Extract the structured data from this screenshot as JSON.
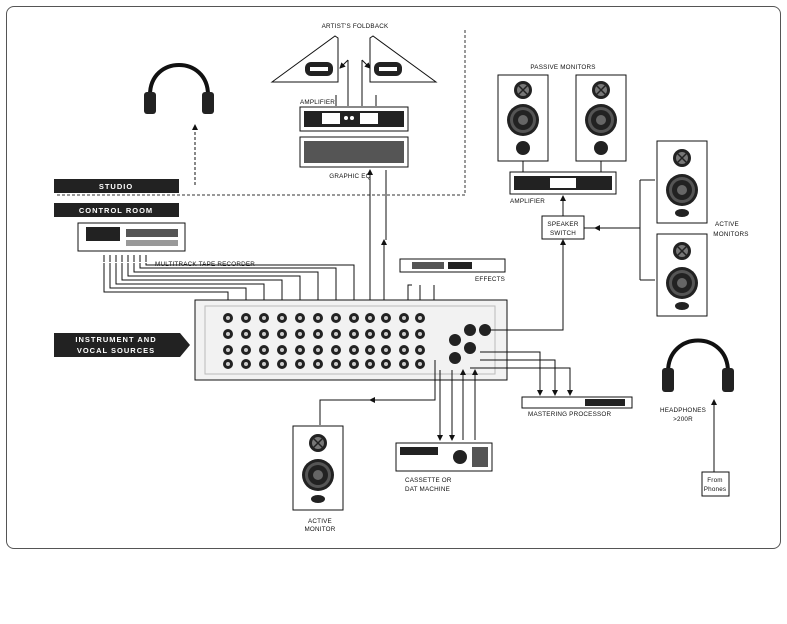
{
  "labels": {
    "artists_foldback": "ARTIST'S FOLDBACK",
    "amplifier_top": "AMPLIFIER",
    "graphic_eq": "GRAPHIC EQ",
    "passive_monitors": "PASSIVE MONITORS",
    "amplifier_right": "AMPLIFIER",
    "active_monitors_1": "ACTIVE",
    "active_monitors_2": "MONITORS",
    "speaker_switch_1": "SPEAKER",
    "speaker_switch_2": "SWITCH",
    "multitrack": "MULTITRACK TAPE RECORDER",
    "effects": "EFFECTS",
    "mastering": "MASTERING PROCESSOR",
    "cassette_1": "CASSETTE OR",
    "cassette_2": "DAT MACHINE",
    "active_monitor_1": "ACTIVE",
    "active_monitor_2": "MONITOR",
    "headphones_1": "HEADPHONES",
    "headphones_2": ">200R",
    "from_phones_1": "From",
    "from_phones_2": "Phones"
  },
  "bars": {
    "studio": "STUDIO",
    "control_room": "CONTROL ROOM",
    "instrument_1": "INSTRUMENT AND",
    "instrument_2": "VOCAL SOURCES"
  }
}
